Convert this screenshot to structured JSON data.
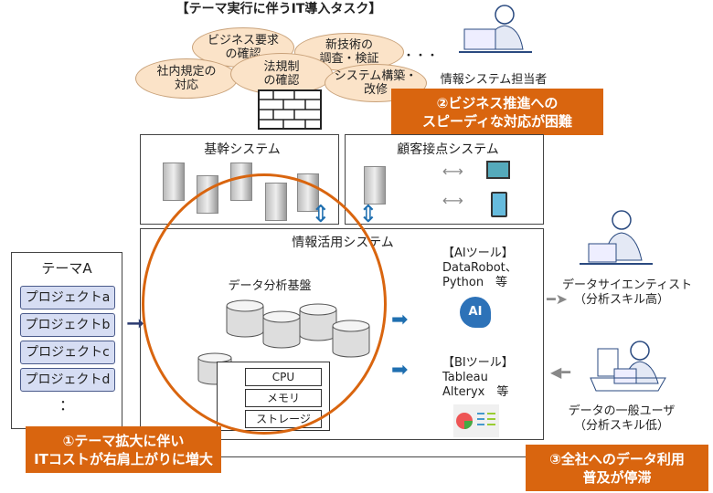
{
  "title": "【テーマ実行に伴うIT導入タスク】",
  "tasks": [
    "ビジネス要求の確認",
    "新技術の調査・検証",
    "社内規定の対応",
    "法規制の確認",
    "システム構築・改修"
  ],
  "tasks_lines": [
    [
      "ビジネス要求",
      "の確認"
    ],
    [
      "新技術の",
      "調査・検証"
    ],
    [
      "社内規定の",
      "対応"
    ],
    [
      "法規制",
      "の確認"
    ],
    [
      "システム構築・",
      "改修"
    ]
  ],
  "ellipsis": "・・・",
  "it_staff": "情報システム担当者",
  "callout2": [
    "②ビジネス推進への",
    "スピーディな対応が困難"
  ],
  "core_system": "基幹システム",
  "customer_system": "顧客接点システム",
  "info_system": "情報活用システム",
  "theme": {
    "title": "テーマA",
    "projects": [
      "プロジェクトa",
      "プロジェクトb",
      "プロジェクトc",
      "プロジェクトd"
    ],
    "more": "："
  },
  "platform": "データ分析基盤",
  "resources": [
    "CPU",
    "メモリ",
    "ストレージ"
  ],
  "ai_tools": [
    "【AIツール】",
    "DataRobot、",
    "Python　等"
  ],
  "ai_icon_text": "AI",
  "bi_tools": [
    "【BIツール】",
    "Tableau",
    "Alteryx　等"
  ],
  "data_scientist": [
    "データサイエンティスト",
    "（分析スキル高）"
  ],
  "general_user": [
    "データの一般ユーザ",
    "（分析スキル低）"
  ],
  "callout1": [
    "①テーマ拡大に伴い",
    "ITコストが右肩上がりに増大"
  ],
  "callout3": [
    "③全社へのデータ利用",
    "普及が停滞"
  ],
  "colors": {
    "accent": "#d9650f",
    "ellipse": "#fbe3c8",
    "arrow": "#1f6fb0",
    "project": "#d6ddf3"
  }
}
